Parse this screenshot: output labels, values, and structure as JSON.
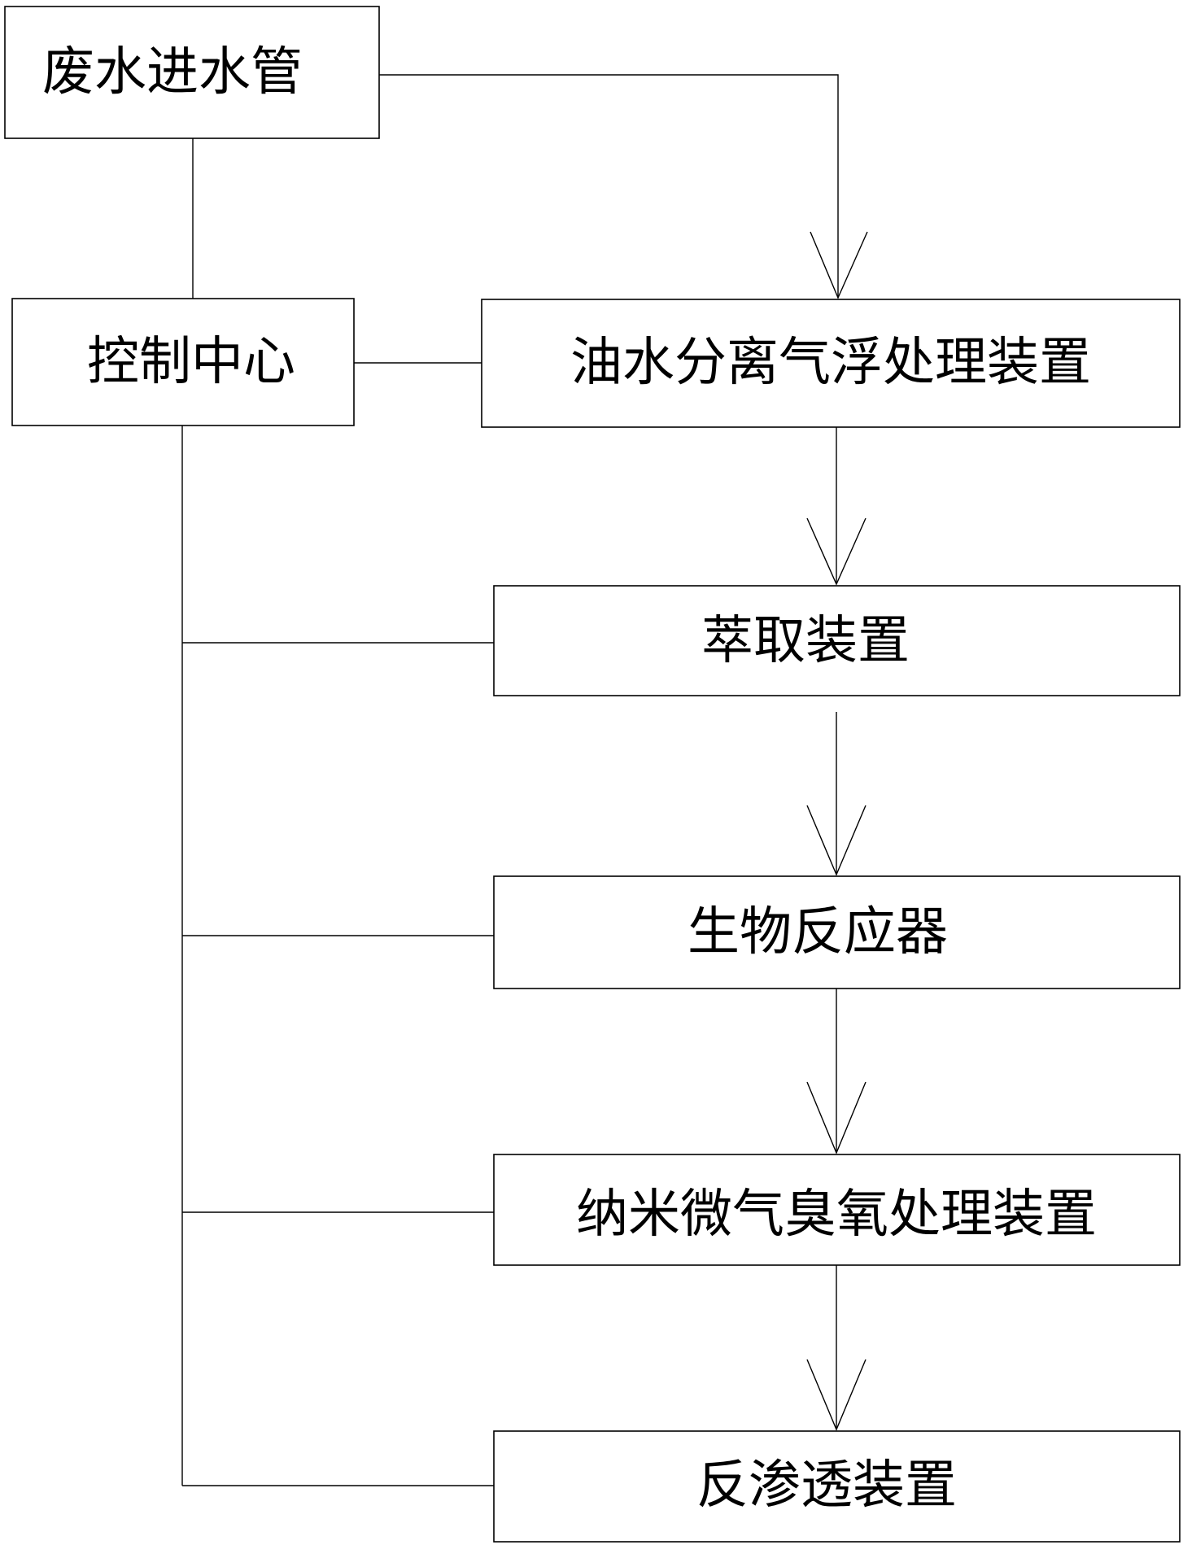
{
  "diagram": {
    "nodes": {
      "inlet_pipe": {
        "label": "废水进水管"
      },
      "control_center": {
        "label": "控制中心"
      },
      "oil_water_separation": {
        "label": "油水分离气浮处理装置"
      },
      "extraction": {
        "label": "萃取装置"
      },
      "bioreactor": {
        "label": "生物反应器"
      },
      "nano_ozone": {
        "label": "纳米微气臭氧处理装置"
      },
      "reverse_osmosis": {
        "label": "反渗透装置"
      }
    }
  }
}
